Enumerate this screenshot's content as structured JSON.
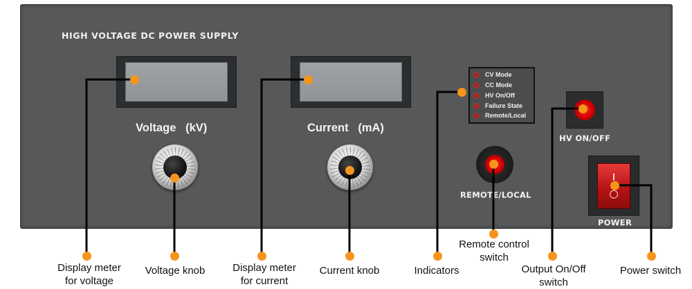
{
  "panel": {
    "title": "HIGH VOLTAGE DC POWER SUPPLY",
    "background_color": "#56585a",
    "voltage_label": "Voltage   (kV)",
    "current_label": "Current   (mA)",
    "indicators": [
      {
        "label": "CV Mode"
      },
      {
        "label": "CC Mode"
      },
      {
        "label": "HV On/Off"
      },
      {
        "label": "Failure State"
      },
      {
        "label": "Remote/Local"
      }
    ],
    "hv_label": "HV ON/OFF",
    "remote_label": "REMOTE/LOCAL",
    "power_label": "POWER",
    "button_color": "#e00000",
    "indicator_led_color": "#b02020"
  },
  "callouts": {
    "dot_color": "#f7941d",
    "line_color": "#000000",
    "display_voltage": [
      "Display meter",
      "for voltage"
    ],
    "voltage_knob": [
      "Voltage knob"
    ],
    "display_current": [
      "Display meter",
      "for current"
    ],
    "current_knob": [
      "Current knob"
    ],
    "indicators": [
      "Indicators"
    ],
    "remote_switch": [
      "Remote control",
      "switch"
    ],
    "output_switch": [
      "Output On/Off",
      "switch"
    ],
    "power_switch": [
      "Power switch"
    ]
  }
}
